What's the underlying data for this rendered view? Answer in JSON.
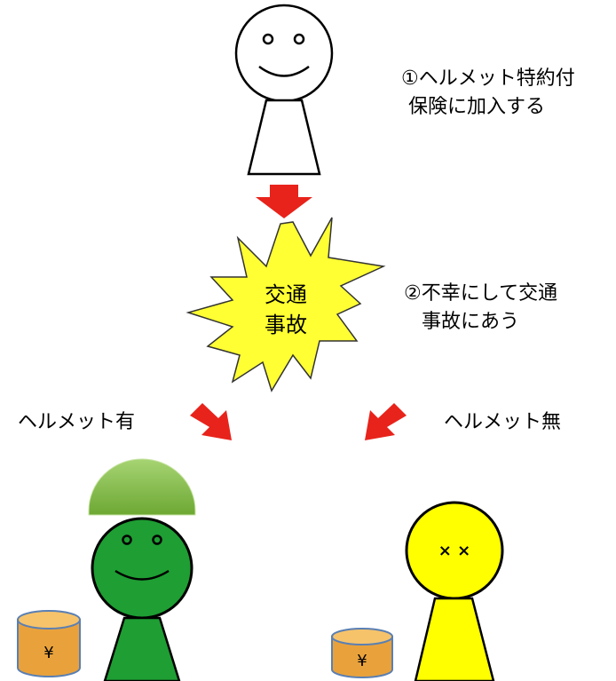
{
  "step1": {
    "line1": "①ヘルメット特約付",
    "line2": "保険に加入する"
  },
  "step2": {
    "line1": "②不幸にして交通",
    "line2": "事故にあう"
  },
  "accident": {
    "line1": "交通",
    "line2": "事故"
  },
  "branches": {
    "with_helmet": "ヘルメット有",
    "without_helmet": "ヘルメット無"
  },
  "coin_symbol": "¥",
  "eyes_dazed": "× ×",
  "colors": {
    "arrow": "#e8231b",
    "burst_fill": "#ffff33",
    "person_with_helmet": "#1e9e33",
    "helmet": "#7fbf3f",
    "person_without_helmet": "#ffff00",
    "coin": "#e9a23b",
    "coin_top": "#f6c36a",
    "coin_border": "#5a7fb3"
  },
  "icons": [
    "person-neutral-icon",
    "arrow-down-icon",
    "explosion-burst-icon",
    "arrow-down-left-icon",
    "arrow-down-right-icon",
    "person-helmet-icon",
    "person-injured-icon",
    "yen-coin-stack-icon"
  ]
}
